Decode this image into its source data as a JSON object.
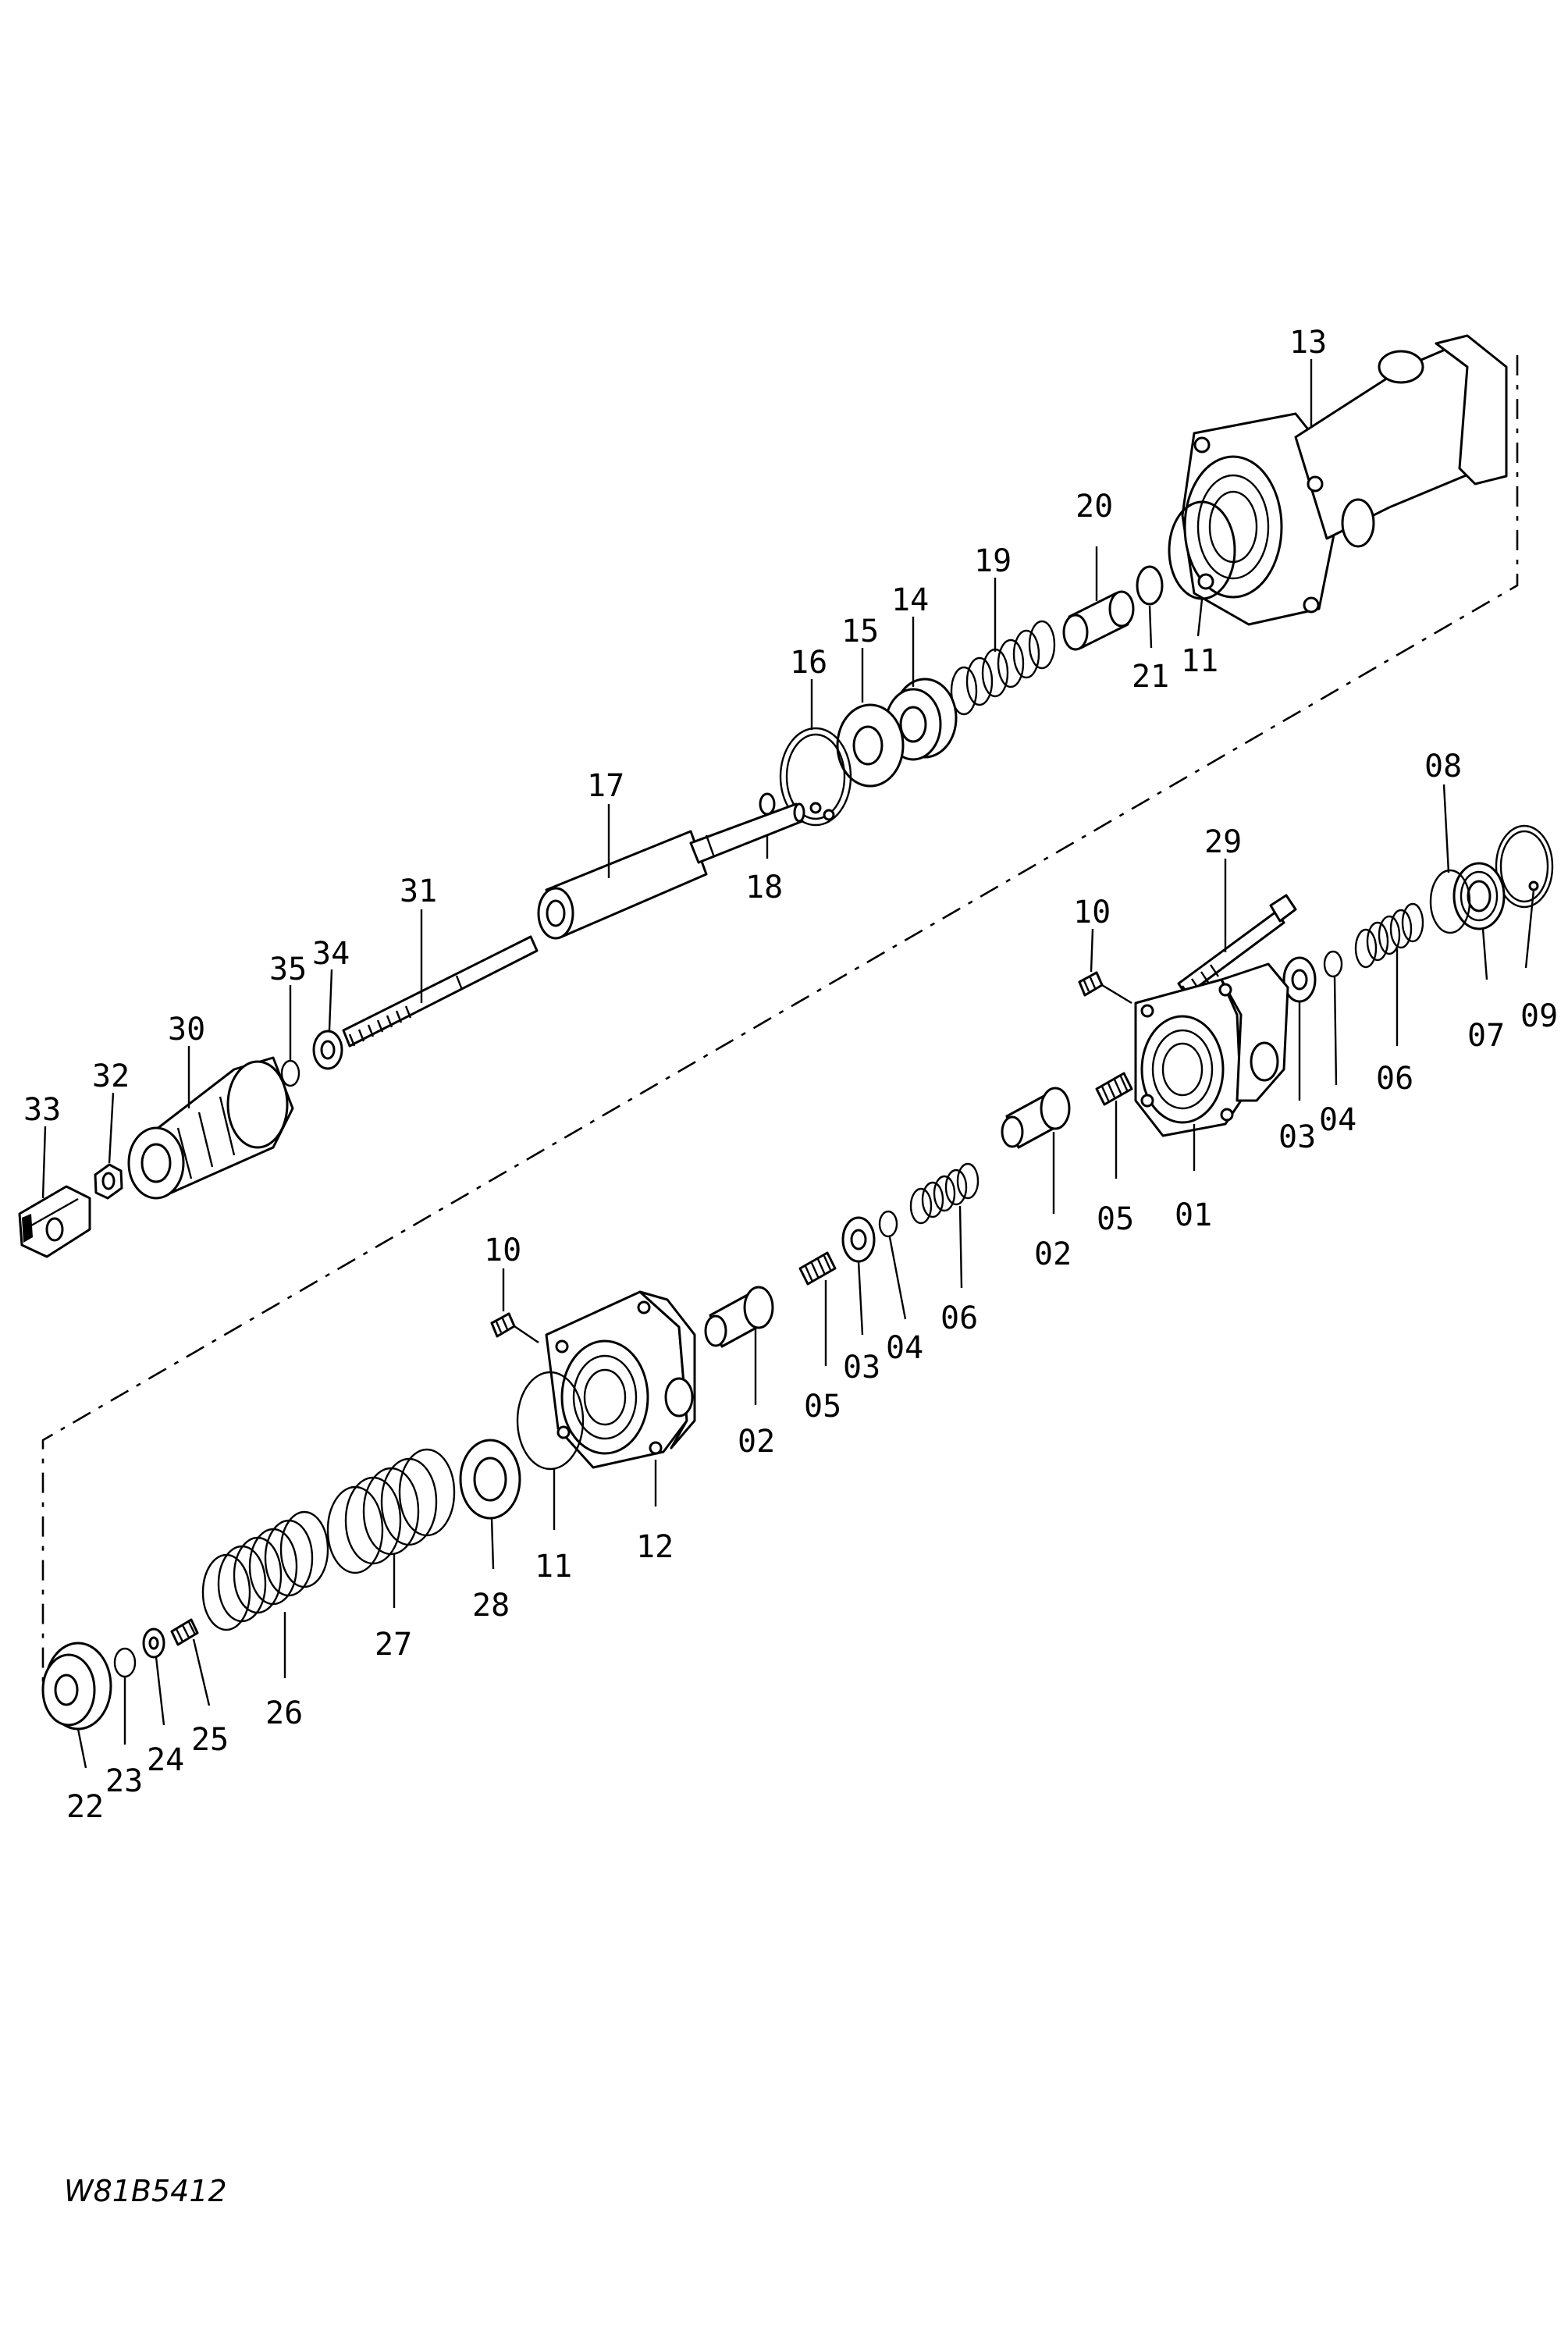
{
  "diagram": {
    "drawing_code": "W81B5412",
    "callouts": {
      "c13": "13",
      "c20": "20",
      "c19": "19",
      "c14": "14",
      "c15": "15",
      "c16": "16",
      "c21": "21",
      "c11a": "11",
      "c17": "17",
      "c18": "18",
      "c31": "31",
      "c35": "35",
      "c34": "34",
      "c30": "30",
      "c32": "32",
      "c33": "33",
      "c08": "08",
      "c29": "29",
      "c10a": "10",
      "c09": "09",
      "c07": "07",
      "c06a": "06",
      "c04a": "04",
      "c03a": "03",
      "c01": "01",
      "c05a": "05",
      "c02a": "02",
      "c06b": "06",
      "c04b": "04",
      "c03b": "03",
      "c05b": "05",
      "c02b": "02",
      "c10b": "10",
      "c12": "12",
      "c11b": "11",
      "c28": "28",
      "c27": "27",
      "c26": "26",
      "c25": "25",
      "c24": "24",
      "c23": "23",
      "c22": "22"
    }
  }
}
